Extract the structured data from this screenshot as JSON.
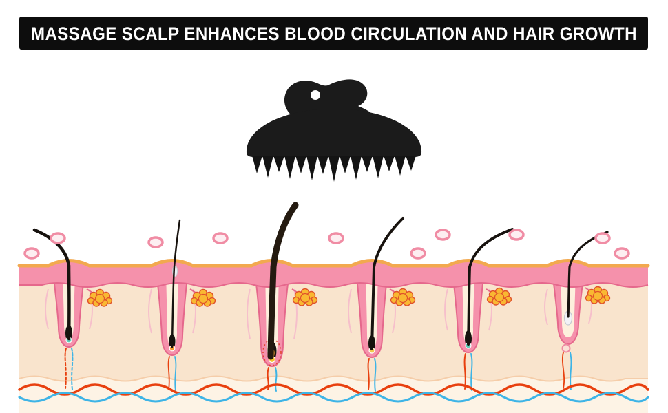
{
  "banner": {
    "title": "MASSAGE SCALP ENHANCES BLOOD CIRCULATION AND HAIR GROWTH"
  },
  "scene": {
    "follicle_count": 6,
    "object": "scalp massager brush over skin cross-section with hair follicles"
  },
  "palette": {
    "banner_bg": "#0d0d0d",
    "banner_text": "#ffffff",
    "massager_black": "#1b1b1b",
    "epidermis_pink": "#f591ab",
    "epidermis_outline": "#e5688c",
    "surface_orange": "#f2a94f",
    "dermis": "#f9e4cd",
    "hypodermis": "#fdf3e5",
    "gland_orange": "#f9b832",
    "gland_outline": "#e0512b",
    "artery_red": "#e8400f",
    "vein_blue": "#3eb4e6",
    "hair_black": "#17120e"
  }
}
